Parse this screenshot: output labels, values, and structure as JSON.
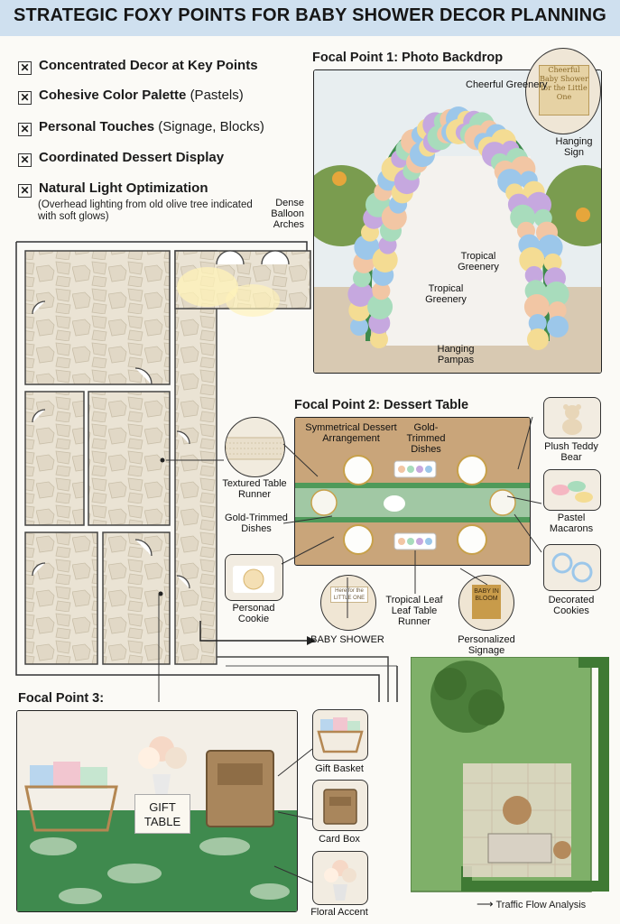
{
  "title": "STRATEGIC FOXY POINTS FOR BABY SHOWER DECOR PLANNING",
  "checklist": [
    {
      "bold": "Concentrated Decor at Key Points",
      "light": ""
    },
    {
      "bold": "Cohesive Color Palette",
      "light": "(Pastels)"
    },
    {
      "bold": "Personal Touches",
      "light": "(Signage, Blocks)"
    },
    {
      "bold": "Coordinated Dessert Display",
      "light": ""
    },
    {
      "bold": "Natural Light Optimization",
      "light": ""
    }
  ],
  "light_note": "(Overhead lighting from old olive tree indicated with soft glows)",
  "focal1": {
    "title": "Focal Point 1: Photo Backdrop",
    "sign_text": "Cheerful Baby Shower for the Little One",
    "labels": {
      "cheerful_greenery": "Cheerful Greenery",
      "hanging_sign": "Hanging Sign",
      "dense_arches": "Dense Balloon Arches",
      "tropical_1": "Tropical Greenery",
      "tropical_2": "Tropical Greenery",
      "hanging_pampas": "Hanging Pampas"
    }
  },
  "focal2": {
    "title": "Focal Point 2: Dessert Table",
    "labels": {
      "symmetrical": "Symmetrical Dessert Arrangement",
      "gold_top": "Gold-Trimmed Dishes",
      "textured_runner": "Textured Table Runner",
      "gold_left": "Gold-Trimmed Dishes",
      "personal_cookie": "Personad Cookie",
      "tropical_runner": "Tropical Leaf Leaf Table Runner",
      "baby_shower": "BABY SHOWER",
      "personalized_signage": "Personalized Signage",
      "teddy": "Plush Teddy Bear",
      "macarons": "Pastel Macarons",
      "decorated_cookies": "Decorated Cookies"
    },
    "blocks_text": "Here for the LITTLE ONE",
    "signage_text": "BABY IN BLOOM"
  },
  "focal3": {
    "title": "Focal Point 3:",
    "gift_table": "GIFT TABLE",
    "labels": {
      "gift_basket": "Gift Basket",
      "card_box": "Card Box",
      "floral_accent": "Floral Accent"
    }
  },
  "legend": "Traffic Flow Analysis",
  "colors": {
    "banner": "#cfe0ef",
    "pastel_blue": "#9cc7ea",
    "pastel_yellow": "#f4dc93",
    "pastel_purple": "#c6a8df",
    "pastel_green": "#a8dcbc",
    "pastel_peach": "#f2c6a4",
    "leaf_green": "#3e8a4c",
    "lawn": "#7fb069",
    "stone": "#e9e3d6"
  }
}
